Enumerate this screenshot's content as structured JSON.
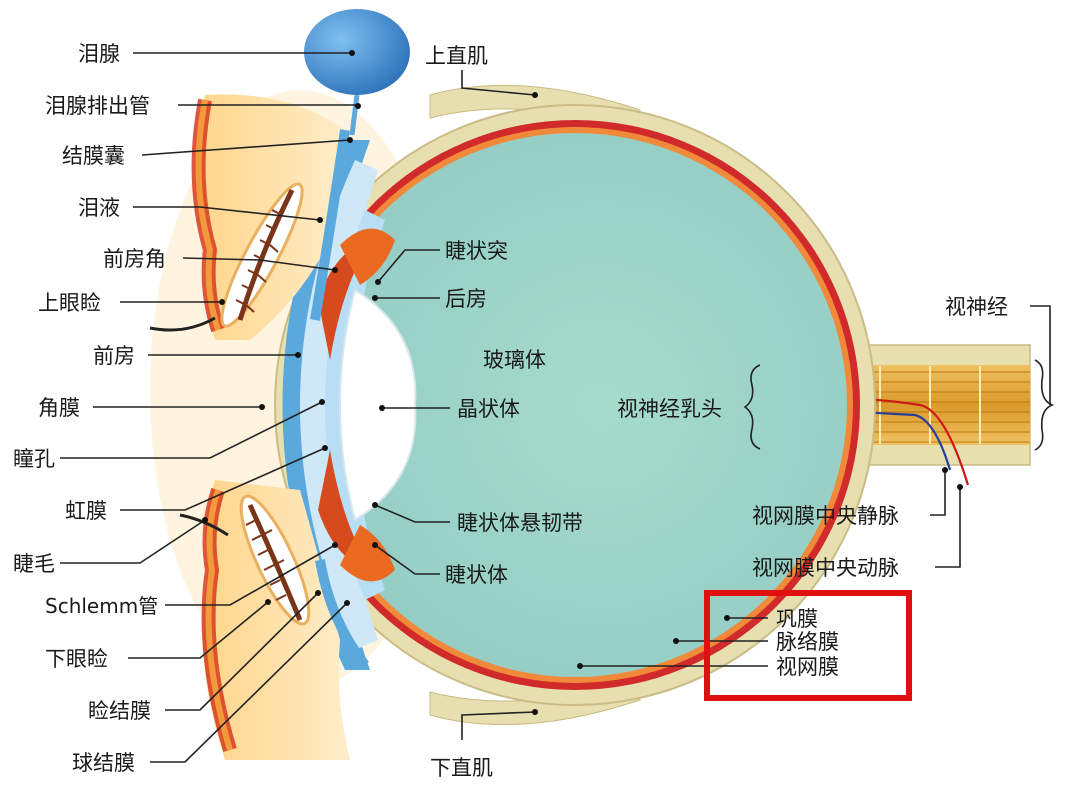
{
  "labels": {
    "lacrimal_gland": "泪腺",
    "lacrimal_duct": "泪腺排出管",
    "conjunctival_sac": "结膜囊",
    "tears": "泪液",
    "anterior_chamber_angle": "前房角",
    "upper_eyelid": "上眼睑",
    "anterior_chamber": "前房",
    "cornea": "角膜",
    "pupil": "瞳孔",
    "iris": "虹膜",
    "eyelash": "睫毛",
    "schlemm_canal": "Schlemm管",
    "lower_eyelid": "下眼睑",
    "palpebral_conjunctiva": "睑结膜",
    "bulbar_conjunctiva": "球结膜",
    "superior_rectus": "上直肌",
    "ciliary_process": "睫状突",
    "posterior_chamber": "后房",
    "vitreous_body": "玻璃体",
    "lens": "晶状体",
    "zonule": "睫状体悬韧带",
    "ciliary_body": "睫状体",
    "optic_disc": "视神经乳头",
    "optic_nerve": "视神经",
    "central_retinal_vein": "视网膜中央静脉",
    "central_retinal_artery": "视网膜中央动脉",
    "sclera": "巩膜",
    "choroid": "脉络膜",
    "retina": "视网膜",
    "inferior_rectus": "下直肌"
  },
  "colors": {
    "vitreous": "#9fd4c6",
    "sclera": "#e8dfb0",
    "choroid": "#d12a2a",
    "retina_orange": "#f08a3a",
    "cornea_blue": "#5aa8dc",
    "lens": "#ffffff",
    "highlight_box": "#e01010",
    "eyelid_orange": "#f39a3c",
    "eyelid_red": "#d83a1e",
    "nerve_yellow": "#e2a73a"
  },
  "icons": {
    "lacrimal_gland_shape": "blue-ellipse-icon"
  }
}
